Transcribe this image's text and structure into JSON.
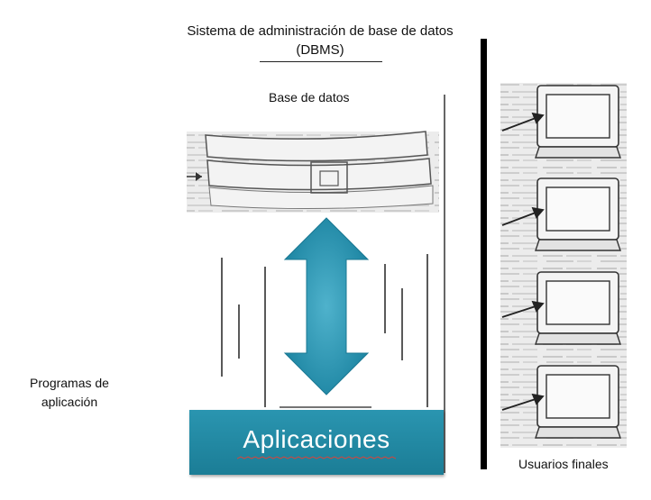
{
  "dbms_title": "Sistema de administración de base de datos (DBMS)",
  "database_label": "Base de datos",
  "programs_label": "Programas de aplicación",
  "applications_label": "Aplicaciones",
  "users_label": "Usuarios finales",
  "colors": {
    "arrow": "#2a8eab",
    "applications_box": "#2190ab",
    "divider": "#000000"
  },
  "icons": [
    "computer-terminal-icon",
    "double-headed-arrow-icon"
  ]
}
